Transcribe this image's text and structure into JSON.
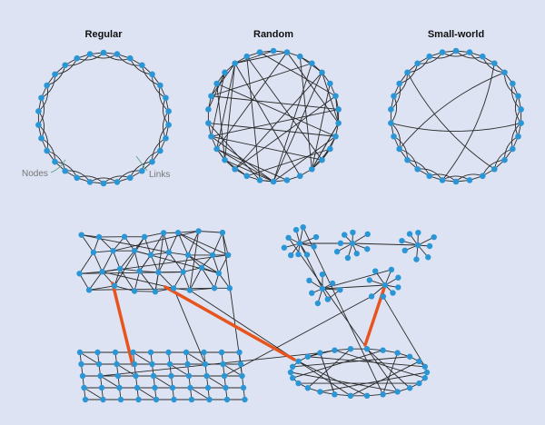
{
  "figure": {
    "panels": [
      {
        "id": "regular",
        "title": "Regular"
      },
      {
        "id": "random",
        "title": "Random"
      },
      {
        "id": "small-world",
        "title": "Small-world"
      }
    ],
    "callouts": {
      "nodes_label": "Nodes",
      "links_label": "Links"
    },
    "colors": {
      "background": "#dde3f2",
      "node": "#2b96d6",
      "link": "#2a2a2a",
      "highlight_link": "#e8541e",
      "callout": "#5aa88a"
    }
  }
}
